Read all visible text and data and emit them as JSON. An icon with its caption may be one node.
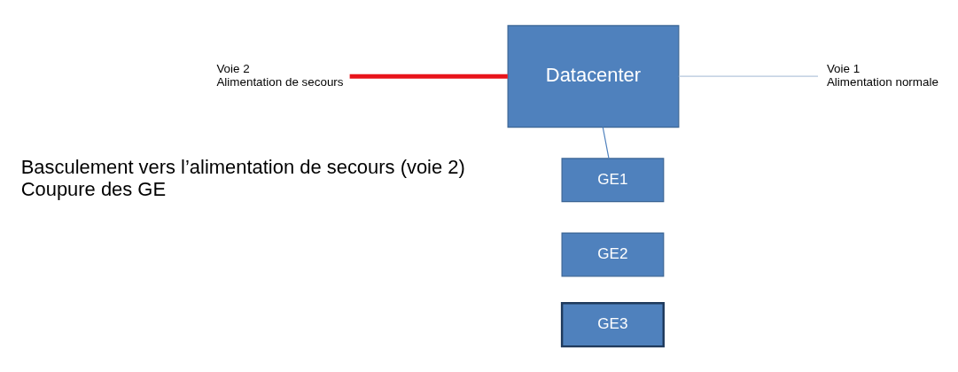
{
  "diagram": {
    "nodes": [
      {
        "text": [
          "Voie 2",
          "Alimentation de secours"
        ]
      },
      {
        "text": [
          "Datacenter"
        ]
      },
      {
        "text": [
          "Voie 1",
          "Alimentation normale"
        ]
      },
      {
        "text": [
          "GE1"
        ]
      },
      {
        "text": [
          "GE2"
        ]
      },
      {
        "text": [
          "GE3"
        ]
      }
    ],
    "edges": [
      {
        "from": 0,
        "to": 1,
        "arrow": "none",
        "style": "thick",
        "color": "#e8141b"
      },
      {
        "from": 1,
        "to": 2,
        "arrow": "none",
        "color": "#b4c6dc"
      },
      {
        "from": 1,
        "to": 3,
        "arrow": "none",
        "color": "#4f81bd"
      }
    ],
    "labels": [
      "Basculement vers l’alimentation de secours (voie 2)",
      "Coupure des GE"
    ]
  }
}
